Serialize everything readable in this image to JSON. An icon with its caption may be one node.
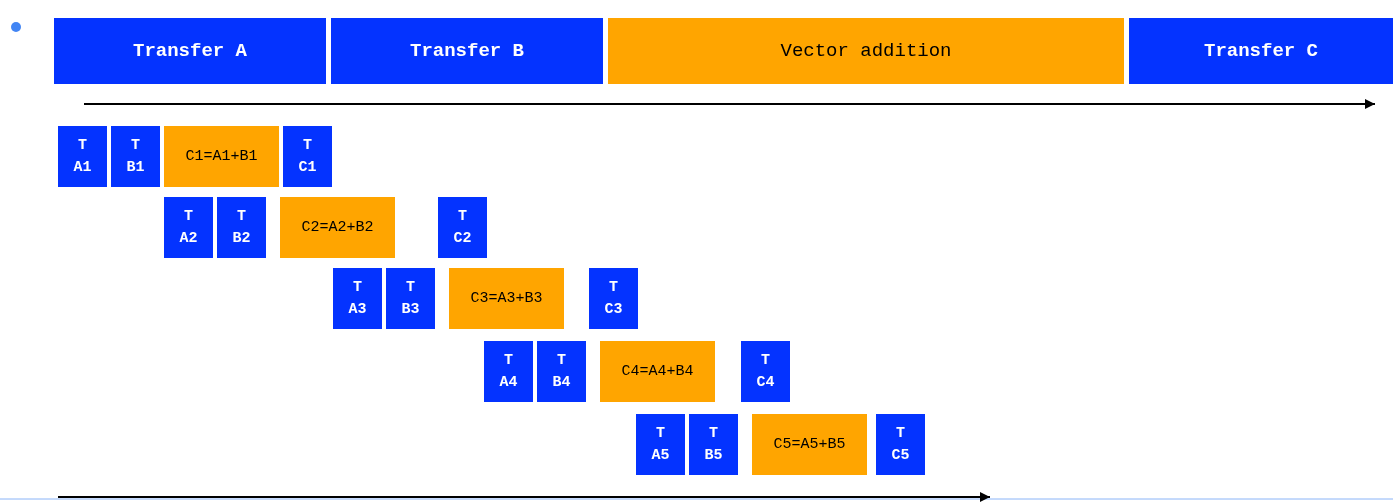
{
  "diagram": {
    "nodes": [
      {
        "text": [
          "Transfer A"
        ]
      },
      {
        "text": [
          "Transfer B"
        ]
      },
      {
        "text": [
          "Vector addition"
        ]
      },
      {
        "text": [
          "Transfer C"
        ]
      },
      {
        "text": [
          "T A1"
        ]
      },
      {
        "text": [
          "T B1"
        ]
      },
      {
        "text": [
          "C1=A1+B1"
        ]
      },
      {
        "text": [
          "T C1"
        ]
      },
      {
        "text": [
          "T A2"
        ]
      },
      {
        "text": [
          "T B2"
        ]
      },
      {
        "text": [
          "C2=A2+B2"
        ]
      },
      {
        "text": [
          "T C2"
        ]
      },
      {
        "text": [
          "T A3"
        ]
      },
      {
        "text": [
          "T B3"
        ]
      },
      {
        "text": [
          "C3=A3+B3"
        ]
      },
      {
        "text": [
          "T C3"
        ]
      },
      {
        "text": [
          "T A4"
        ]
      },
      {
        "text": [
          "T B4"
        ]
      },
      {
        "text": [
          "C4=A4+B4"
        ]
      },
      {
        "text": [
          "T C4"
        ]
      },
      {
        "text": [
          "T A5"
        ]
      },
      {
        "text": [
          "T B5"
        ]
      },
      {
        "text": [
          "C5=A5+B5"
        ]
      },
      {
        "text": [
          "T C5"
        ]
      }
    ]
  }
}
